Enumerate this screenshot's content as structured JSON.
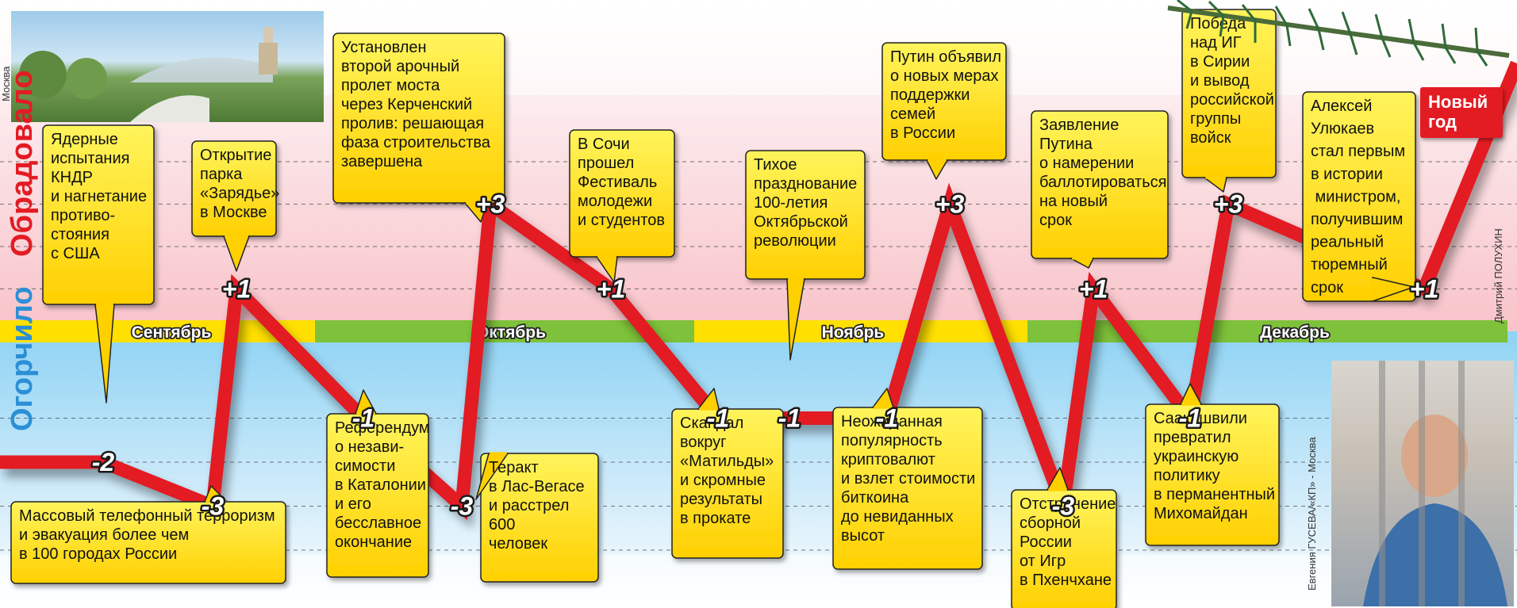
{
  "y_axis": {
    "positive_label": "Обрадовало",
    "negative_label": "Огорчило",
    "positive_color": "#e31b23",
    "negative_color": "#2b8fd6"
  },
  "months": [
    "Сентябрь",
    "Октябрь",
    "Ноябрь",
    "Декабрь"
  ],
  "chart_data": {
    "type": "line",
    "series": [
      {
        "values": [
          {
            "label": "-2",
            "y": -2
          },
          {
            "label": "-3",
            "y": -3
          },
          {
            "label": "+1",
            "y": 1
          },
          {
            "label": "-1",
            "y": -1
          },
          {
            "label": "-3",
            "y": -3
          },
          {
            "label": "+3",
            "y": 3
          },
          {
            "label": "+1",
            "y": 1
          },
          {
            "label": "-1",
            "y": -1
          },
          {
            "label": "-1",
            "y": -1
          },
          {
            "label": "-1",
            "y": -1
          },
          {
            "label": "+3",
            "y": 3
          },
          {
            "label": "-3",
            "y": -3
          },
          {
            "label": "+1",
            "y": 1
          },
          {
            "label": "-1",
            "y": -1
          },
          {
            "label": "+3",
            "y": 3
          },
          {
            "label": "+1",
            "y": 1
          }
        ]
      }
    ],
    "ylim": [
      -3,
      3
    ],
    "grid": true
  },
  "events": [
    "Массовый телефонный терроризм\nи эвакуация более чем\nв 100 городах России",
    "Ядерные\nиспытания\nКНДР\nи нагнетание\nпротиво-\nстояния\nс США",
    "Открытие\nпарка\n«Зарядье»\nв Москве",
    "Референдум\nо незави-\nсимости\nв Каталонии\nи его\nбесславное\nокончание",
    "Установлен\nвторой арочный\nпролет моста\nчерез Керченский\nпролив: решающая\nфаза строительства\nзавершена",
    "Теракт\nв Лас-Вегасе\nи расстрел\n600\nчеловек",
    "В Сочи\nпрошел\nФестиваль\nмолодежи\nи студентов",
    "Скандал\nвокруг\n«Матильды»\nи скромные\nрезультаты\nв прокате",
    "Тихое\nпразднование\n100-летия\nОктябрьской\nреволюции",
    "Путин объявил\nо новых мерах\nподдержки\nсемей\nв России",
    "Неожиданная\nпопулярность\nкриптовалют\nи взлет стоимости\nбиткоина\nдо невиданных\nвысот",
    "Заявление\nПутина\nо намерении\nбаллотироваться\nна новый\nсрок",
    "Отстранение\nсборной\nРоссии\nот Игр\nв Пхенчхане",
    "Победа\nнад ИГ\nв Сирии\nи вывод\nроссийской\nгруппы\nвойск",
    "Саакашвили\nпревратил\nукраинскую\nполитику\nв перманентный\nМихомайдан",
    "Алексей\nУлюкаев\nстал первым\nв истории\n министром,\nполучившим\nреальный\nтюремный\nсрок"
  ],
  "new_year_label": "Новый\nгод",
  "credits": {
    "photo_city": "Москва",
    "author": "Дмитрий ПОЛУХИН",
    "photo_credit": "Евгения ГУСЕВА/«КП» - Москва"
  },
  "colors": {
    "line": "#e31b23",
    "callout": "#ffe000",
    "callout_border": "#222222",
    "band_top": "#ffd1d6",
    "band_bottom": "#a8dcf5",
    "month_yellow": "#ffe000",
    "month_green": "#7ec13a"
  }
}
